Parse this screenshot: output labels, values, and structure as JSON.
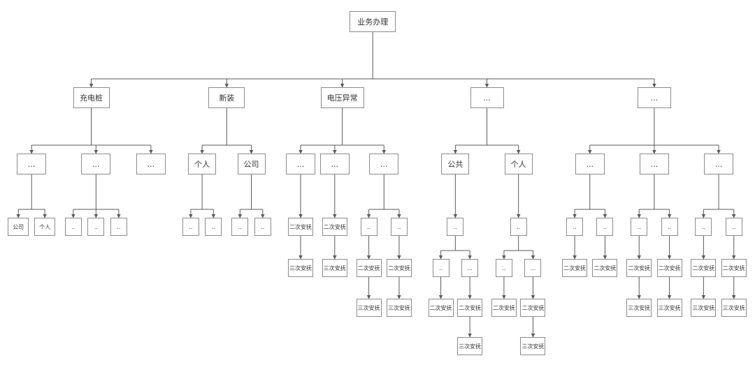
{
  "diagram": {
    "background_color": "#ffffff",
    "box_border_color": "#8c8c8c",
    "line_color": "#5a5a5a",
    "text_color": "#333333",
    "tree": {
      "label": "业务办理",
      "children": [
        {
          "label": "充电桩",
          "children": [
            {
              "label": "...",
              "children": [
                {
                  "label": "公司"
                },
                {
                  "label": "个人"
                }
              ]
            },
            {
              "label": "...",
              "children": [
                {
                  "label": ".."
                },
                {
                  "label": ".."
                },
                {
                  "label": ".."
                }
              ]
            },
            {
              "label": "..."
            }
          ]
        },
        {
          "label": "新装",
          "children": [
            {
              "label": "个人",
              "children": [
                {
                  "label": ".."
                },
                {
                  "label": ".."
                }
              ]
            },
            {
              "label": "公司",
              "children": [
                {
                  "label": ".."
                },
                {
                  "label": ".."
                }
              ]
            }
          ]
        },
        {
          "label": "电压异常",
          "children": [
            {
              "label": "...",
              "children": [
                {
                  "label": "二次安抚",
                  "children": [
                    {
                      "label": "三次安抚"
                    }
                  ]
                }
              ]
            },
            {
              "label": "...",
              "children": [
                {
                  "label": "二次安抚",
                  "children": [
                    {
                      "label": "三次安抚"
                    }
                  ]
                }
              ]
            },
            {
              "label": "...",
              "children": [
                {
                  "label": "..",
                  "children": [
                    {
                      "label": "二次安抚",
                      "children": [
                        {
                          "label": "三次安抚"
                        }
                      ]
                    }
                  ]
                },
                {
                  "label": "..",
                  "children": [
                    {
                      "label": "二次安抚",
                      "children": [
                        {
                          "label": "三次安抚"
                        }
                      ]
                    }
                  ]
                }
              ]
            }
          ]
        },
        {
          "label": "...",
          "children": [
            {
              "label": "公共",
              "children": [
                {
                  "label": "..",
                  "children": [
                    {
                      "label": "..",
                      "children": [
                        {
                          "label": "二次安抚"
                        }
                      ]
                    },
                    {
                      "label": "...",
                      "children": [
                        {
                          "label": "二次安抚",
                          "children": [
                            {
                              "label": "三次安抚"
                            }
                          ]
                        }
                      ]
                    }
                  ]
                }
              ]
            },
            {
              "label": "个人",
              "children": [
                {
                  "label": "..",
                  "children": [
                    {
                      "label": "..",
                      "children": [
                        {
                          "label": "二次安抚"
                        }
                      ]
                    },
                    {
                      "label": "...",
                      "children": [
                        {
                          "label": "二次安抚",
                          "children": [
                            {
                              "label": "三次安抚"
                            }
                          ]
                        }
                      ]
                    }
                  ]
                }
              ]
            }
          ]
        },
        {
          "label": "...",
          "children": [
            {
              "label": "...",
              "children": [
                {
                  "label": "..",
                  "children": [
                    {
                      "label": "二次安抚"
                    }
                  ]
                },
                {
                  "label": "..",
                  "children": [
                    {
                      "label": "二次安抚"
                    }
                  ]
                }
              ]
            },
            {
              "label": "...",
              "children": [
                {
                  "label": "..",
                  "children": [
                    {
                      "label": "二次安抚",
                      "children": [
                        {
                          "label": "三次安抚"
                        }
                      ]
                    }
                  ]
                },
                {
                  "label": "..",
                  "children": [
                    {
                      "label": "二次安抚",
                      "children": [
                        {
                          "label": "三次安抚"
                        }
                      ]
                    }
                  ]
                }
              ]
            },
            {
              "label": "...",
              "children": [
                {
                  "label": "..",
                  "children": [
                    {
                      "label": "二次安抚",
                      "children": [
                        {
                          "label": "三次安抚"
                        }
                      ]
                    }
                  ]
                },
                {
                  "label": "..",
                  "children": [
                    {
                      "label": "二次安抚",
                      "children": [
                        {
                          "label": "三次安抚"
                        }
                      ]
                    }
                  ]
                }
              ]
            }
          ]
        }
      ]
    }
  }
}
